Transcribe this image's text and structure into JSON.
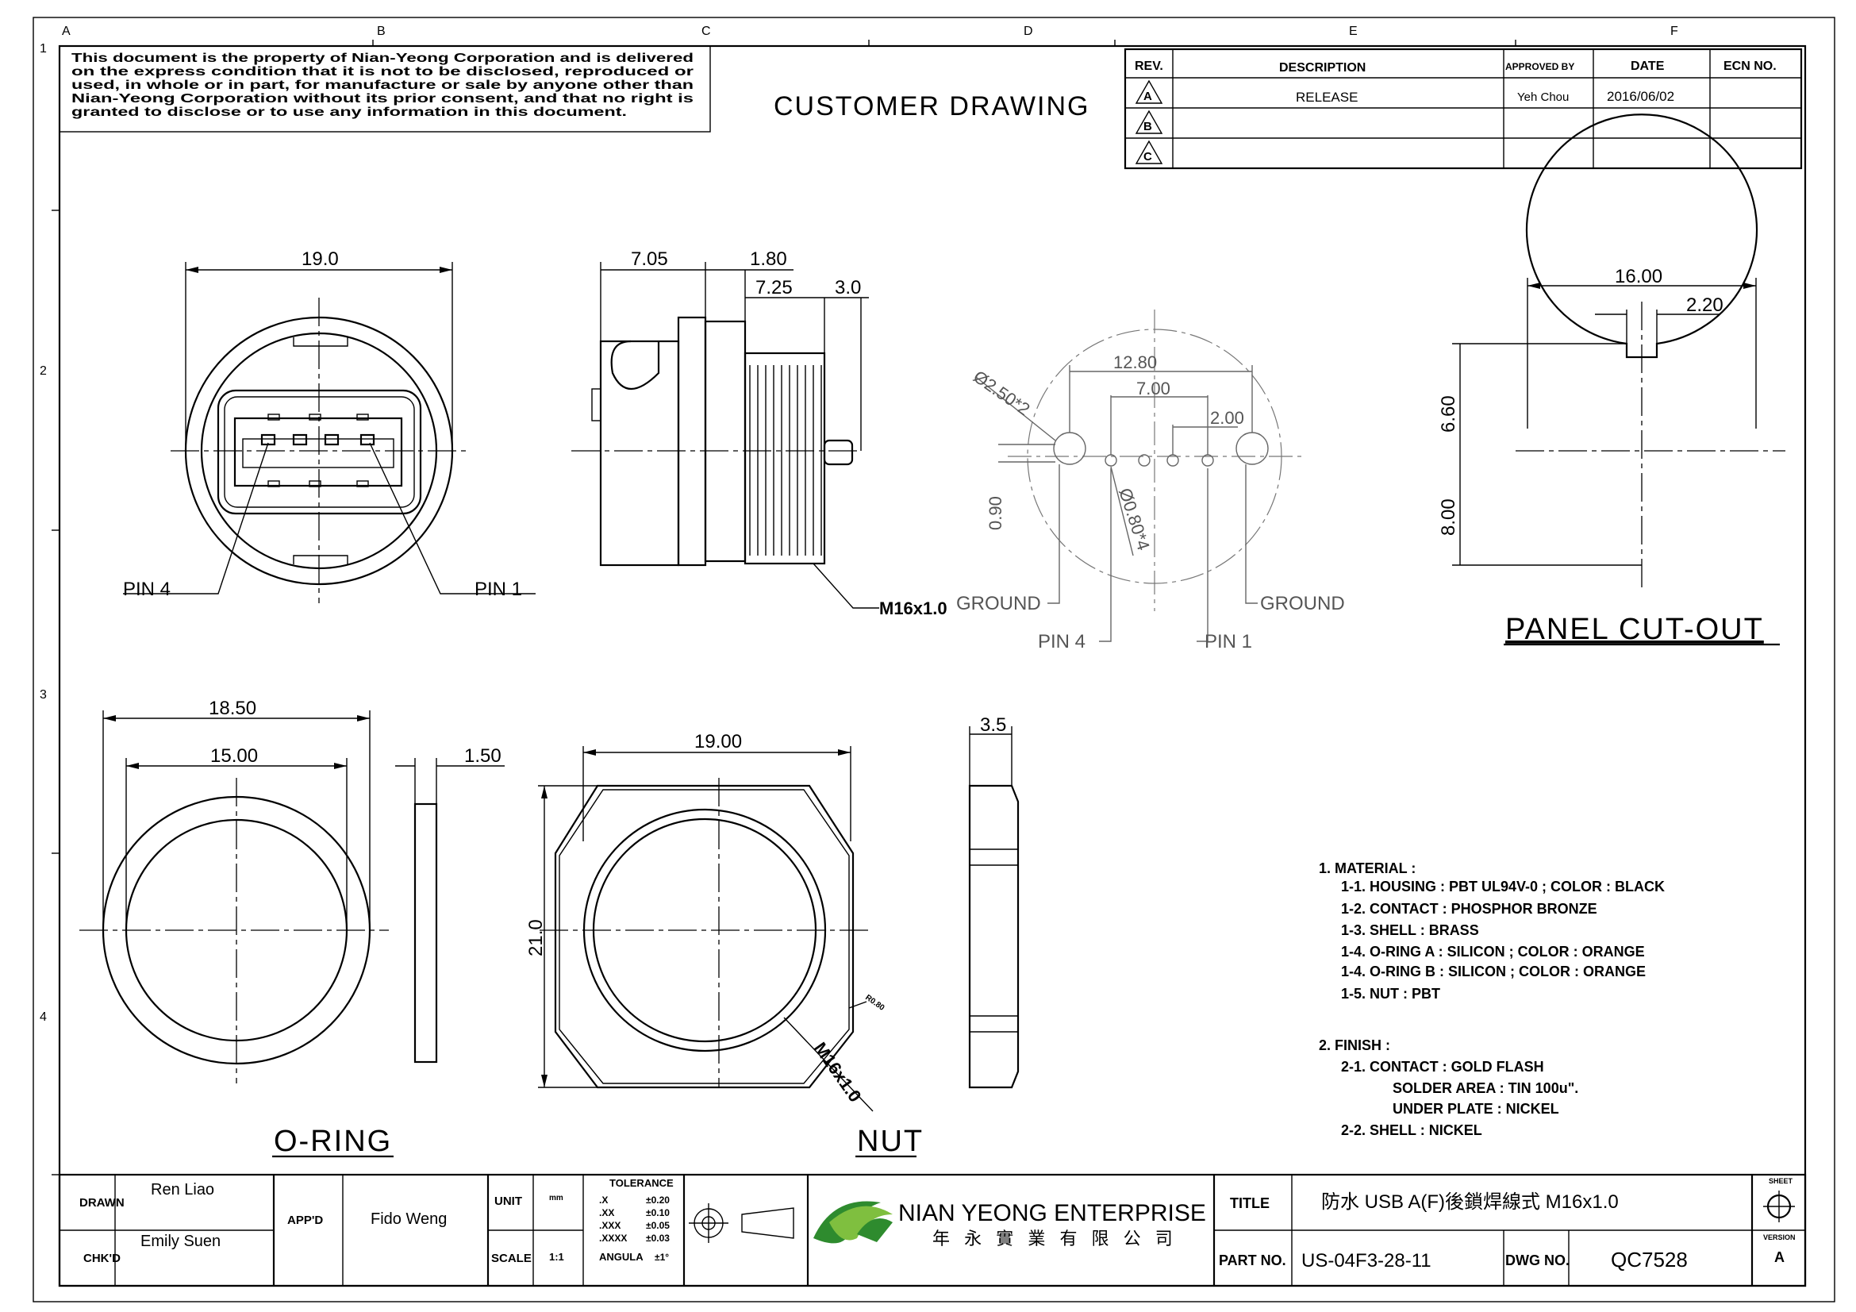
{
  "grid": {
    "columns": [
      "A",
      "B",
      "C",
      "D",
      "E",
      "F"
    ],
    "rows": [
      "1",
      "2",
      "3",
      "4"
    ]
  },
  "notice": {
    "lines": [
      "This document is the property of Nian-Yeong Corporation and is delivered",
      "on  the  express condition that it is not to be disclosed, reproduced or",
      "used, in whole or in part, for manufacture or sale by anyone other than",
      "Nian-Yeong Corporation without  its prior consent, and that  no right  is",
      "granted to disclose or to use any information in this  document."
    ]
  },
  "drawing_title": "CUSTOMER  DRAWING",
  "revision_table": {
    "headers": [
      "REV.",
      "DESCRIPTION",
      "APPROVED BY",
      "DATE",
      "ECN NO."
    ],
    "rows": [
      {
        "rev": "A",
        "description": "RELEASE",
        "approved_by": "Yeh Chou",
        "date": "2016/06/02",
        "ecn": ""
      },
      {
        "rev": "B",
        "description": "",
        "approved_by": "",
        "date": "",
        "ecn": ""
      },
      {
        "rev": "C",
        "description": "",
        "approved_by": "",
        "date": "",
        "ecn": ""
      }
    ]
  },
  "dims": {
    "front_width": "19.0",
    "pin4": "PIN  4",
    "pin1": "PIN  1",
    "side_a": "7.05",
    "side_b": "1.80",
    "side_c": "7.25",
    "side_d": "3.0",
    "thread": "M16x1.0",
    "pcb_a": "12.80",
    "pcb_b": "7.00",
    "pcb_c": "2.00",
    "pcb_hole_large": "Ø2.50*2",
    "pcb_hole_small": "Ø0.80*4",
    "pcb_offset": "0.90",
    "ground_left": "GROUND",
    "ground_right": "GROUND",
    "pcb_pin4": "PIN  4",
    "pcb_pin1": "PIN  1",
    "panel_w": "16.00",
    "panel_key": "2.20",
    "panel_top": "6.60",
    "panel_bottom": "8.00",
    "panel_label": "PANEL  CUT-OUT",
    "oring_outer": "18.50",
    "oring_inner": "15.00",
    "oring_thick": "1.50",
    "oring_label": "O-RING",
    "nut_w": "19.00",
    "nut_h": "21.0",
    "nut_thread": "M16x1.0",
    "nut_small": "R0.80",
    "nut_thick": "3.5",
    "nut_label": "NUT"
  },
  "notes": [
    "1. MATERIAL :",
    "1-1. HOUSING : PBT UL94V-0 ; COLOR : BLACK",
    "1-2. CONTACT   : PHOSPHOR BRONZE",
    "1-3. SHELL : BRASS",
    "1-4. O-RING A : SILICON ; COLOR : ORANGE",
    "1-4. O-RING B : SILICON ; COLOR : ORANGE",
    "1-5. NUT : PBT",
    "2. FINISH :",
    "2-1. CONTACT  : GOLD FLASH",
    "SOLDER AREA : TIN 100u\".",
    "UNDER PLATE : NICKEL",
    "2-2. SHELL   : NICKEL"
  ],
  "title_block": {
    "drawn_label": "DRAWN",
    "drawn_by": "Ren Liao",
    "chkd_label": "CHK'D",
    "chkd_by": "Emily Suen",
    "appd_label": "APP'D",
    "appd_by": "Fido Weng",
    "unit_label": "UNIT",
    "unit_value": "mm",
    "scale_label": "SCALE",
    "scale_value": "1:1",
    "tolerance_title": "TOLERANCE",
    "tolerances": [
      {
        "k": ".X",
        "v": "±0.20"
      },
      {
        "k": ".XX",
        "v": "±0.10"
      },
      {
        "k": ".XXX",
        "v": "±0.05"
      },
      {
        "k": ".XXXX",
        "v": "±0.03"
      },
      {
        "k": "ANGULA",
        "v": "±1°"
      }
    ],
    "company_en": "NIAN YEONG ENTERPRISE",
    "company_zh": "年 永 實 業 有 限 公 司",
    "title_label": "TITLE",
    "title_value": "防水  USB  A(F)後鎖焊線式  M16x1.0",
    "part_label": "PART NO.",
    "part_value": "US-04F3-28-11",
    "dwg_label": "DWG NO.",
    "dwg_value": "QC7528",
    "sheet_label": "SHEET",
    "version_label": "VERSION",
    "version_value": "A"
  }
}
